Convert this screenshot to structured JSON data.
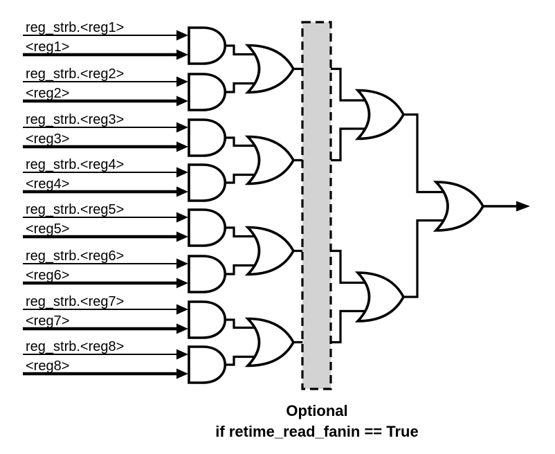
{
  "diagram": {
    "kind": "logic-gate-fanin-tree",
    "inputs": [
      {
        "strobe_label": "reg_strb.<reg1>",
        "value_label": "<reg1>"
      },
      {
        "strobe_label": "reg_strb.<reg2>",
        "value_label": "<reg2>"
      },
      {
        "strobe_label": "reg_strb.<reg3>",
        "value_label": "<reg3>"
      },
      {
        "strobe_label": "reg_strb.<reg4>",
        "value_label": "<reg4>"
      },
      {
        "strobe_label": "reg_strb.<reg5>",
        "value_label": "<reg5>"
      },
      {
        "strobe_label": "reg_strb.<reg6>",
        "value_label": "<reg6>"
      },
      {
        "strobe_label": "reg_strb.<reg7>",
        "value_label": "<reg7>"
      },
      {
        "strobe_label": "reg_strb.<reg8>",
        "value_label": "<reg8>"
      }
    ],
    "stages": {
      "stage1_gate_type": "AND",
      "stage2_gate_type": "OR",
      "stage3_gate_type": "OR",
      "stage4_gate_type": "OR"
    },
    "optional_box": {
      "caption_line1": "Optional",
      "caption_line2": "if retime_read_fanin == True",
      "fill": "#d3d3d3",
      "border": "#000000"
    },
    "colors": {
      "background": "#ffffff",
      "line": "#000000",
      "gate_fill": "#ffffff",
      "text": "#000000"
    }
  }
}
